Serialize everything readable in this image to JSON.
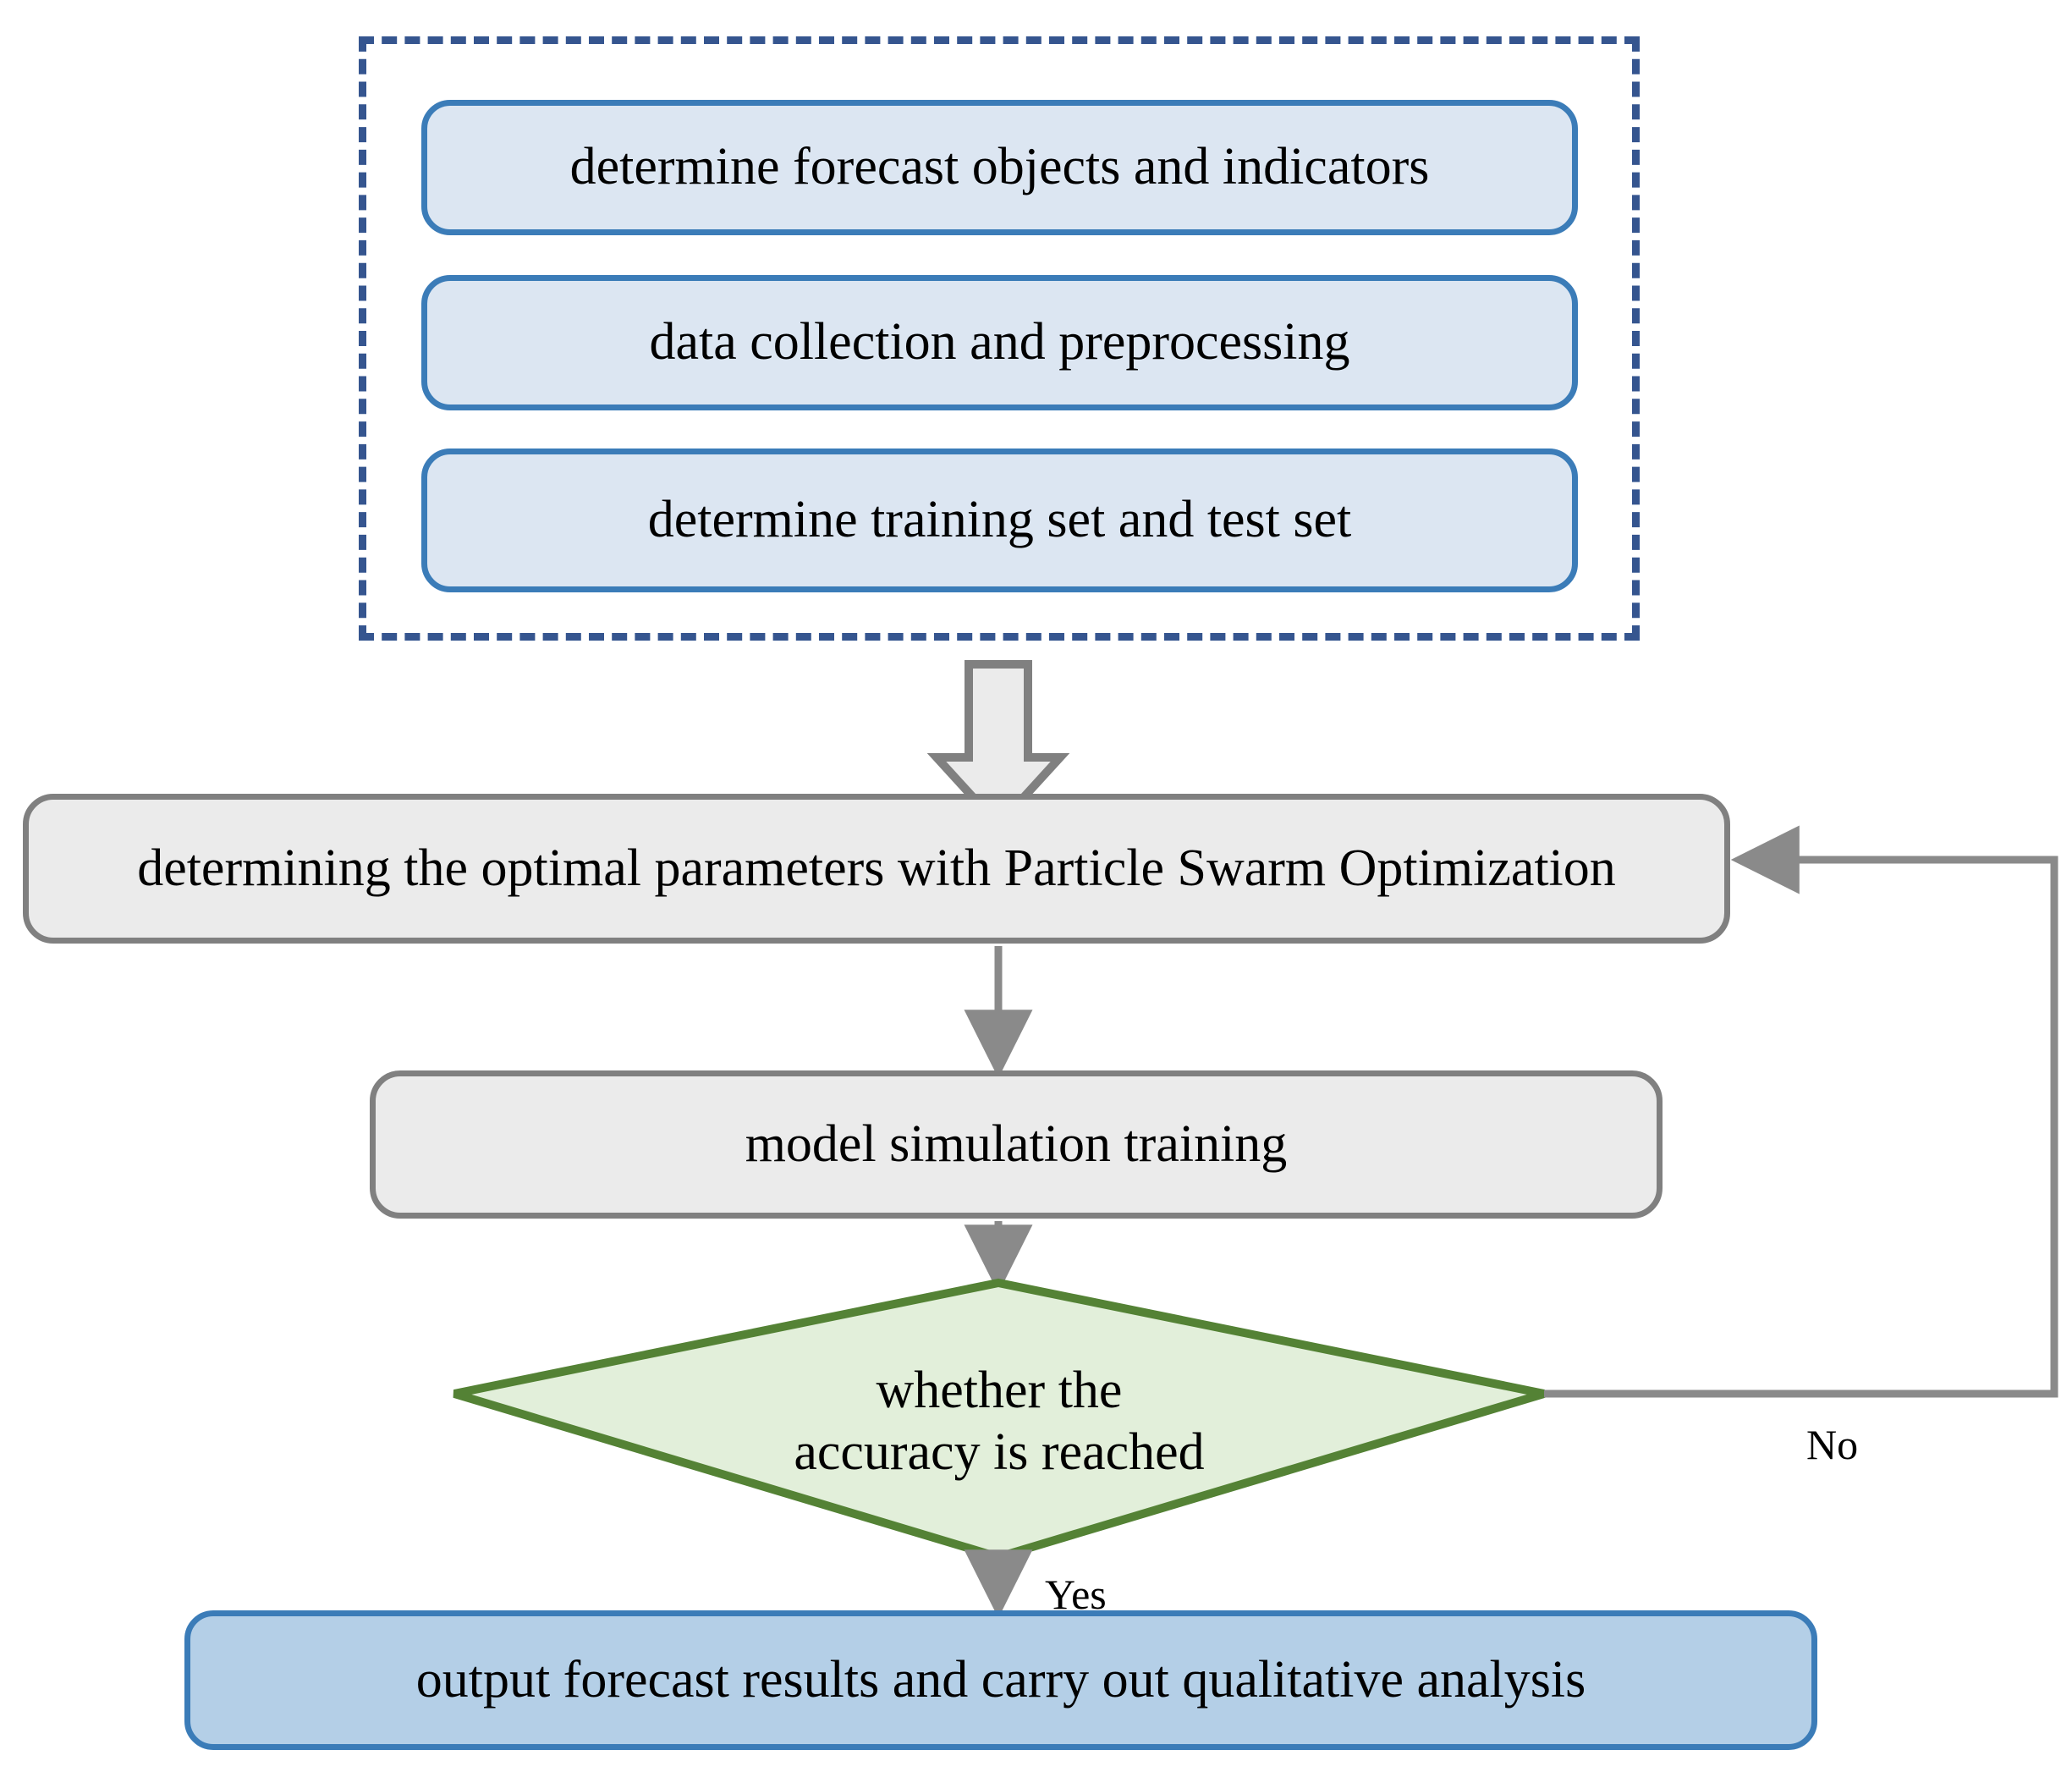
{
  "diagram": {
    "type": "flowchart",
    "title": "Particle Swarm Optimization forecasting workflow",
    "colors": {
      "group_dashed_border": "#35558f",
      "prep_box_fill": "#dce6f2",
      "prep_box_border": "#3b7cb8",
      "process_box_fill": "#ebebeb",
      "process_box_border": "#808080",
      "decision_fill": "#e2efda",
      "decision_border": "#548235",
      "output_fill": "#b4cfe7",
      "output_border": "#3b7cb8",
      "connector": "#808080"
    }
  },
  "group": {
    "name": "data-preparation-group",
    "steps": [
      {
        "label": "determine forecast objects and indicators"
      },
      {
        "label": "data collection and preprocessing"
      },
      {
        "label": "determine training set and test set"
      }
    ]
  },
  "process": {
    "pso": {
      "label": "determining the optimal parameters with Particle Swarm Optimization"
    },
    "training": {
      "label": "model simulation training"
    }
  },
  "decision": {
    "label": "whether the\naccuracy is reached",
    "line1": "whether the",
    "line2": "accuracy is reached"
  },
  "output": {
    "label": "output forecast results and carry out qualitative analysis"
  },
  "edges": {
    "group_to_pso": {
      "label": "",
      "style": "block-arrow"
    },
    "pso_to_training": {
      "label": ""
    },
    "training_to_decision": {
      "label": ""
    },
    "decision_yes": {
      "label": "Yes"
    },
    "decision_no": {
      "label": "No"
    }
  }
}
